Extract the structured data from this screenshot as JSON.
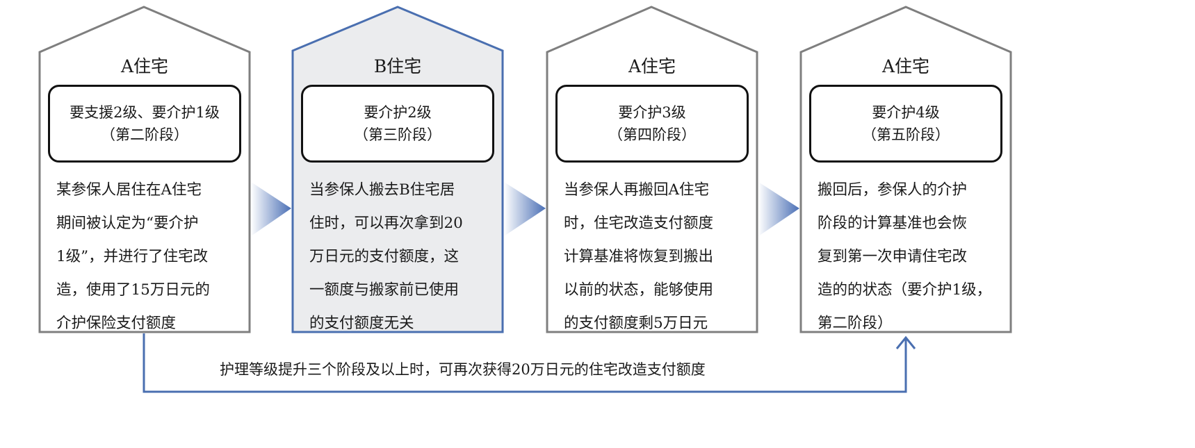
{
  "houses": [
    {
      "title": "A住宅",
      "stage_lines": [
        "要支援2级、要介护1级",
        "（第二阶段）"
      ],
      "body_lines": [
        "某参保人居住在A住宅",
        "期间被认定为“要介护",
        "1级”，并进行了住宅改",
        "造，使用了15万日元的",
        "介护保险支付额度"
      ]
    },
    {
      "title": "B住宅",
      "stage_lines": [
        "要介护2级",
        "（第三阶段）"
      ],
      "body_lines": [
        "当参保人搬去B住宅居",
        "住时，可以再次拿到20",
        "万日元的支付额度，这",
        "一额度与搬家前已使用",
        "的支付额度无关"
      ]
    },
    {
      "title": "A住宅",
      "stage_lines": [
        "要介护3级",
        "（第四阶段）"
      ],
      "body_lines": [
        "当参保人再搬回A住宅",
        "时，住宅改造支付额度",
        "计算基准将恢复到搬出",
        "以前的状态，能够使用",
        "的支付额度剩5万日元"
      ]
    },
    {
      "title": "A住宅",
      "stage_lines": [
        "要介护4级",
        "（第五阶段）"
      ],
      "body_lines": [
        "搬回后，参保人的介护",
        "阶段的计算基准也会恢",
        "复到第一次申请住宅改",
        "造的的状态（要介护1级，",
        "第二阶段）"
      ]
    }
  ],
  "connector_note": "护理等级提升三个阶段及以上时，可再次获得20万日元的住宅改造支付额度",
  "colors": {
    "gray_outline": "#7f7f7f",
    "blue_outline": "#4a6fb0",
    "highlight_fill": "#ebecee",
    "arrow_blue": "#4a6fb5"
  }
}
